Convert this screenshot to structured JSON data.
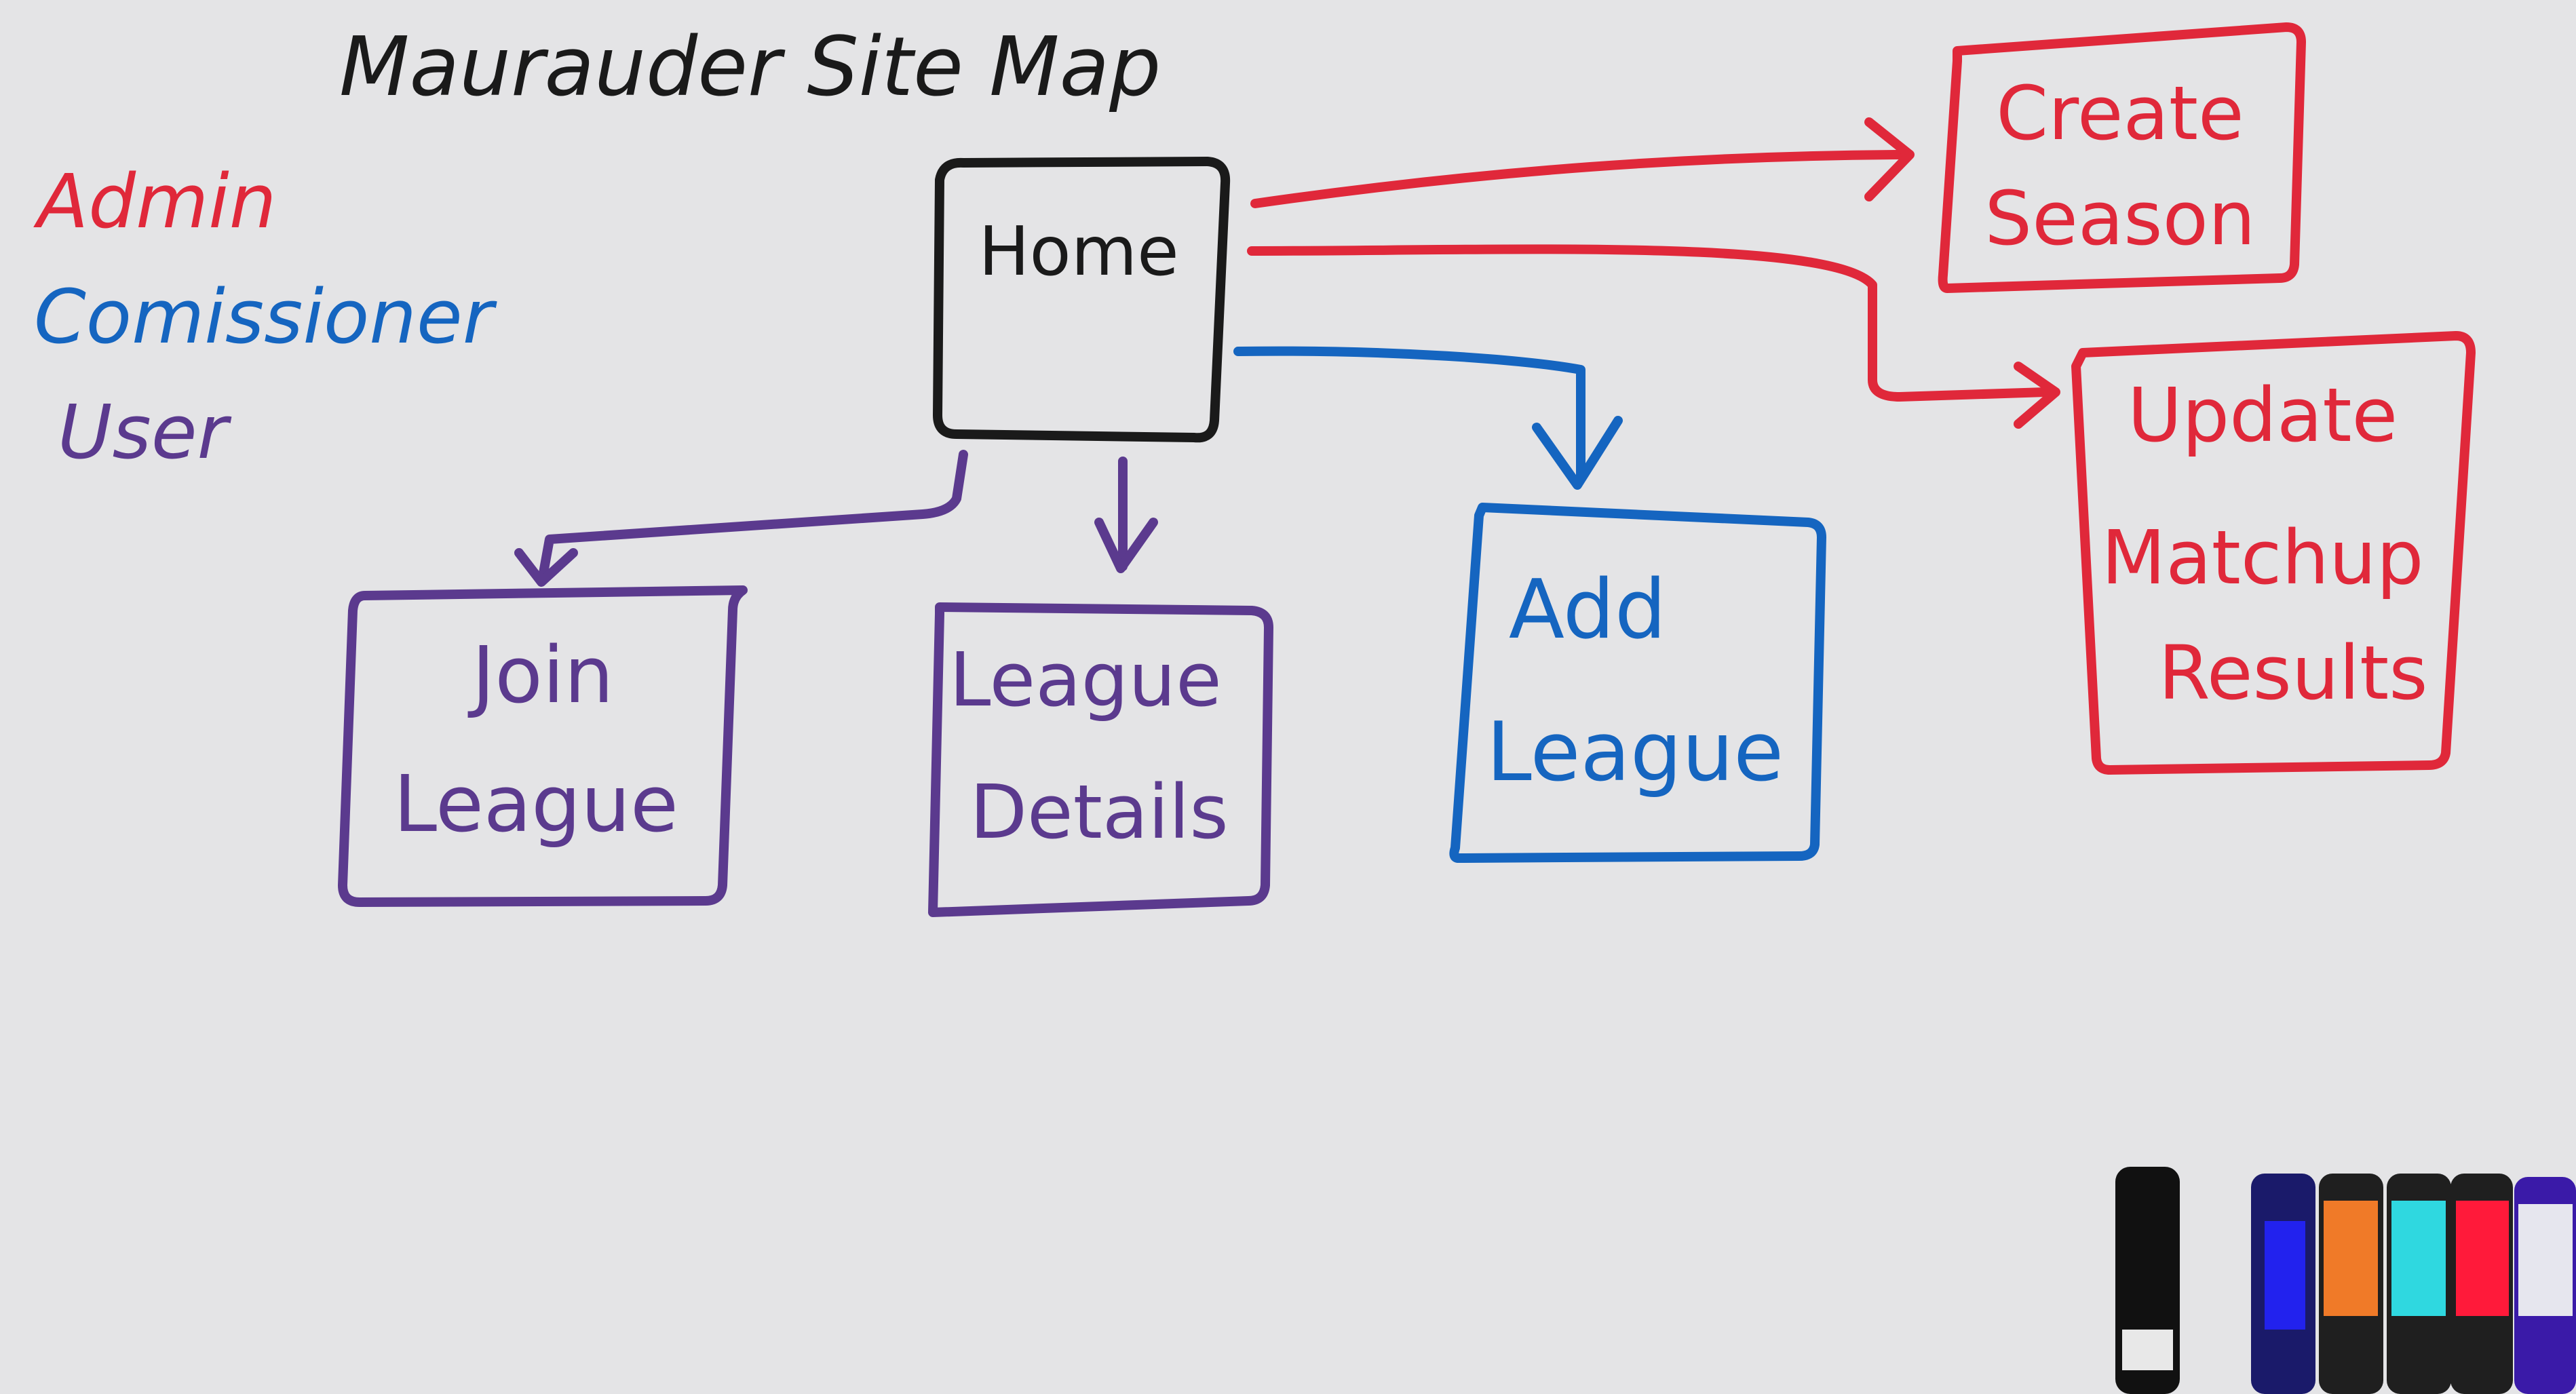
{
  "title": "Maurauder Site Map",
  "colors": {
    "board": "#e4e4e6",
    "black": "#1a1a1a",
    "admin": "#e0283a",
    "commissioner": "#1565c0",
    "user": "#5b3a8e"
  },
  "legend": {
    "admin": "Admin",
    "commissioner": "Comissioner",
    "user": "User"
  },
  "nodes": {
    "home": "Home",
    "create_season": {
      "line1": "Create",
      "line2": "Season"
    },
    "update_matchup": {
      "line1": "Update",
      "line2": "Matchup",
      "line3": "Results"
    },
    "add_league": {
      "line1": "Add",
      "line2": "League"
    },
    "join_league": {
      "line1": "Join",
      "line2": "League"
    },
    "league_details": {
      "line1": "League",
      "line2": "Details"
    }
  },
  "markers": [
    "black-marker",
    "blue-marker",
    "orange-marker",
    "cyan-marker",
    "red-marker",
    "purple-marker"
  ]
}
